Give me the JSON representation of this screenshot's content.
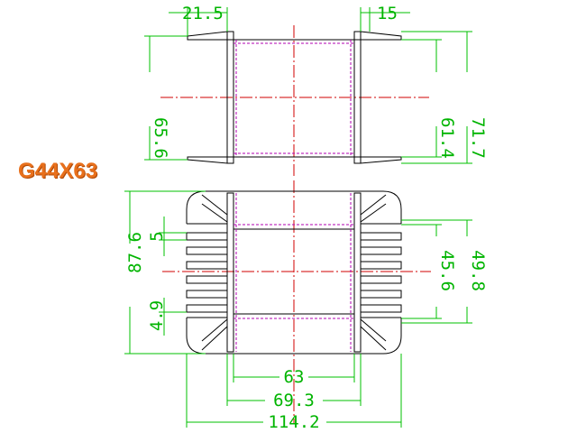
{
  "title": "G44X63",
  "colors": {
    "outline": "#000000",
    "dimension": "#00c000",
    "centerline": "#d00000",
    "hidden": "#b000b0",
    "title": "#e8701c"
  },
  "top_view": {
    "dims": {
      "flange_thickness_left": "21.5",
      "flange_thickness_right": "15",
      "inner_height": "65.6",
      "window_height": "61.4",
      "overall_height": "71.7"
    }
  },
  "front_view": {
    "dims": {
      "pin_pitch": "5",
      "pin_offset": "4.9",
      "overall_height": "87.6",
      "window_height": "45.6",
      "inner_height": "49.8",
      "window_width": "63",
      "core_width": "69.3",
      "overall_width": "114.2"
    }
  }
}
